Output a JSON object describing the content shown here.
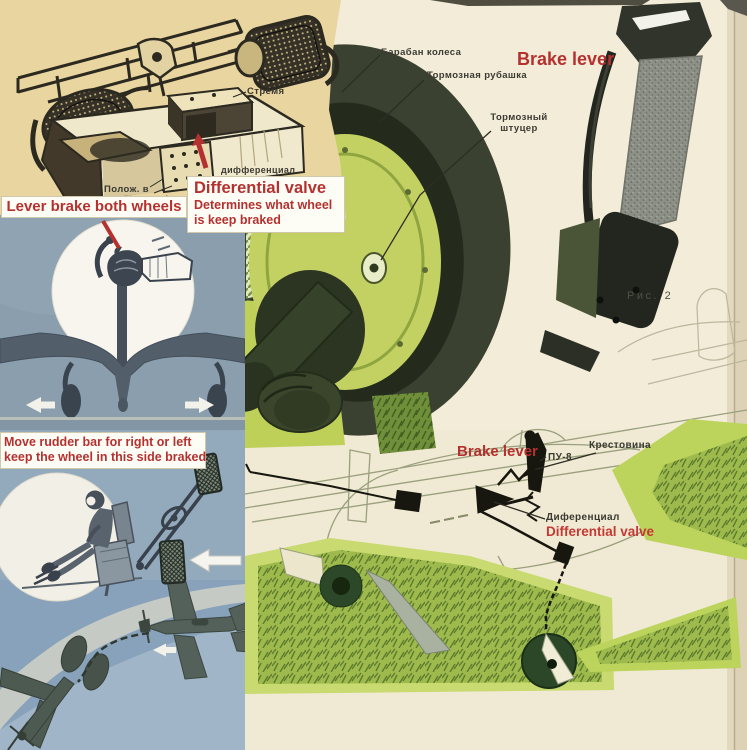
{
  "annotations_en": {
    "lever_brake_both_wheels": "Lever brake both wheels",
    "differential_valve_title": "Differential valve",
    "differential_valve_desc1": "Determines what wheel",
    "differential_valve_desc2": "is keep braked",
    "brake_lever_top": "Brake lever",
    "move_rudder_line1": "Move rudder bar for right or left",
    "move_rudder_line2": "keep the wheel in this side braked",
    "brake_lever_diagram": "Brake lever",
    "differential_valve_diagram": "Differential valve"
  },
  "labels_ru": {
    "stirrup": "Стремя",
    "position": "Полож. в",
    "differential_top": "дифференциал",
    "wheel_drum": "Барабан колеса",
    "brake_jacket": "Тормозная рубашка",
    "brake_fitting_line1": "Тормозный",
    "brake_fitting_line2": "штуцер",
    "figure_caption": "Рис. 2",
    "pu8_unit": "ПУ-8",
    "crosspiece": "Крестовина",
    "differential_diagram": "Диференциал"
  },
  "colors": {
    "annotation_red": "#b5312f",
    "page_cream": "#f0e9d3",
    "panel_yellow": "#e9d5a0",
    "panel_blue": "#8a9eae",
    "panel_blue_light": "#93a9bc",
    "tire_dark": "#3a4130",
    "drum_chartreuse": "#c3d163",
    "grass_green": "#9eba4d",
    "grass_bright": "#bcd45c",
    "diagram_black": "#17170f",
    "label_dark": "#3a3a32"
  }
}
